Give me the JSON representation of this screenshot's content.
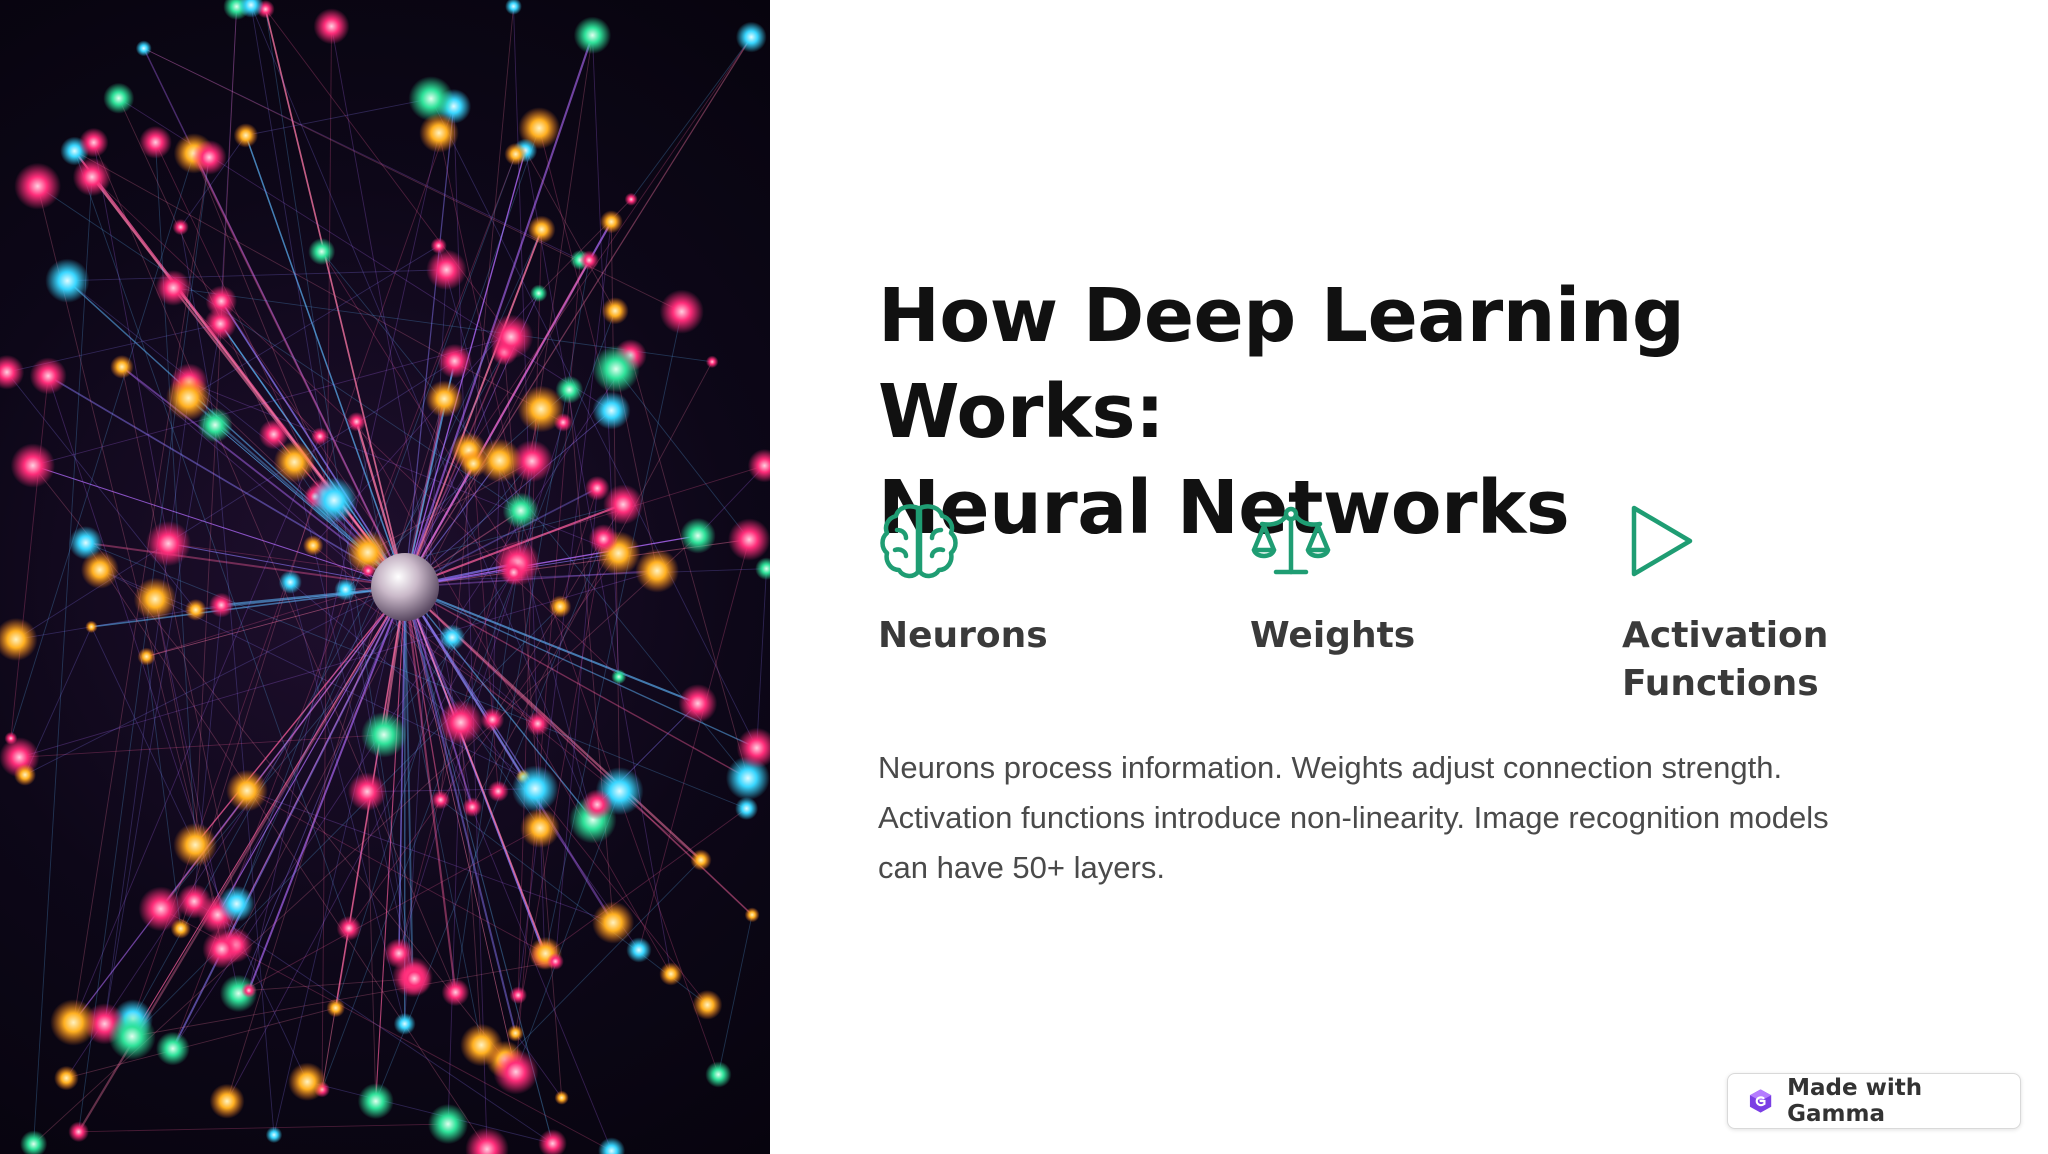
{
  "slide": {
    "title_line1": "How Deep Learning Works:",
    "title_line2": "Neural Networks",
    "features": [
      {
        "label_line1": "Neurons",
        "label_line2": "",
        "icon": "brain-icon"
      },
      {
        "label_line1": "Weights",
        "label_line2": "",
        "icon": "scale-icon"
      },
      {
        "label_line1": "Activation",
        "label_line2": "Functions",
        "icon": "play-icon"
      }
    ],
    "description_line1": "Neurons process information. Weights adjust connection strength.",
    "description_line2": "Activation functions introduce non-linearity. Image recognition models",
    "description_line3": "can have 50+ layers."
  },
  "badge": {
    "label": "Made with Gamma",
    "icon": "gamma-logo-icon"
  },
  "colors": {
    "accent": "#1f9d73",
    "title": "#111111",
    "body_text": "#4a4a4a",
    "neuron_pink": "#ff2d7a",
    "neuron_orange": "#ffb020",
    "neuron_cyan": "#38d6ff"
  }
}
